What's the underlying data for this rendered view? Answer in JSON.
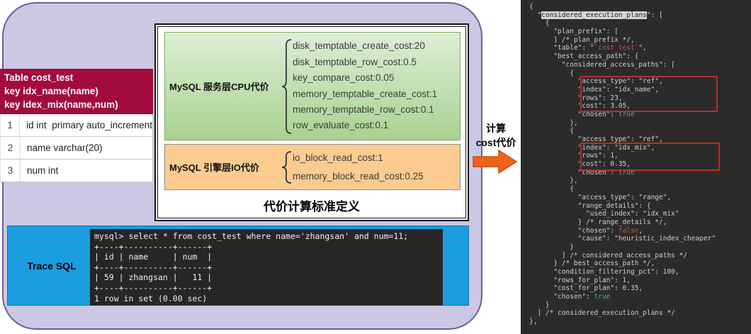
{
  "left_table": {
    "header_lines": [
      "Table cost_test",
      "key idx_name(name)",
      "key idex_mix(name,num)"
    ],
    "rows": [
      {
        "num": "1",
        "def": "id int  primary auto_increment"
      },
      {
        "num": "2",
        "def": "name varchar(20)"
      },
      {
        "num": "3",
        "def": "num int"
      }
    ]
  },
  "cost_standard": {
    "caption": "代价计算标准定义",
    "cpu": {
      "label": "MySQL 服务层CPU代价",
      "items": [
        "disk_temptable_create_cost:20",
        "disk_temptable_row_cost:0.5",
        "key_compare_cost:0.05",
        "memory_temptable_create_cost:1",
        "memory_temptable_row_cost:0.1",
        "row_evaluate_cost:0.1"
      ]
    },
    "io": {
      "label": "MySQL 引擎层IO代价",
      "items": [
        "io_block_read_cost:1",
        "memory_block_read_cost:0.25"
      ]
    }
  },
  "trace_sql": {
    "label": "Trace SQL",
    "terminal_lines": [
      "mysql> select * from cost_test where name='zhangsan' and num=11;",
      "+----+----------+------+",
      "| id | name     | num  |",
      "+----+----------+------+",
      "| 59 | zhangsan |   11 |",
      "+----+----------+------+",
      "1 row in set (0.00 sec)"
    ]
  },
  "arrow": {
    "line1": "计算",
    "line2": "cost代价"
  },
  "trace_output": {
    "lines": [
      [
        [
          "p",
          "{"
        ]
      ],
      [
        [
          "p",
          "  \""
        ],
        [
          "hl",
          "considered_execution_plans"
        ],
        [
          "p",
          "\": ["
        ]
      ],
      [
        [
          "p",
          "    {"
        ]
      ],
      [
        [
          "p",
          "      \"plan_prefix\": ["
        ]
      ],
      [
        [
          "p",
          "      ] /* plan_prefix */,"
        ]
      ],
      [
        [
          "p",
          "      \"table\": \""
        ],
        [
          "red",
          "`cost_test`"
        ],
        [
          "p",
          "\","
        ]
      ],
      [
        [
          "p",
          "      \"best_access_path\": {"
        ]
      ],
      [
        [
          "p",
          "        \"considered_access_paths\": ["
        ]
      ],
      [
        [
          "p",
          "          {"
        ]
      ],
      [
        [
          "p",
          "            \"access_type\": \"ref\","
        ]
      ],
      [
        [
          "p",
          "            \"index\": \"idx_name\","
        ]
      ],
      [
        [
          "p",
          "            \"rows\": 23,"
        ]
      ],
      [
        [
          "p",
          "            \"cost\": 3.05,"
        ]
      ],
      [
        [
          "p",
          "            \"chosen\": "
        ],
        [
          "grn",
          "true"
        ]
      ],
      [
        [
          "p",
          "          },"
        ]
      ],
      [
        [
          "p",
          "          {"
        ]
      ],
      [
        [
          "p",
          "            \"access_type\": \"ref\","
        ]
      ],
      [
        [
          "p",
          "            \"index\": \"idx_mix\","
        ]
      ],
      [
        [
          "p",
          "            \"rows\": 1,"
        ]
      ],
      [
        [
          "p",
          "            \"cost\": 0.35,"
        ]
      ],
      [
        [
          "p",
          "            \"chosen\": "
        ],
        [
          "grn",
          "true"
        ]
      ],
      [
        [
          "p",
          "          },"
        ]
      ],
      [
        [
          "p",
          "          {"
        ]
      ],
      [
        [
          "p",
          "            \"access_type\": \"range\","
        ]
      ],
      [
        [
          "p",
          "            \"range_details\": {"
        ]
      ],
      [
        [
          "p",
          "              \"used_index\": \"idx_mix\""
        ]
      ],
      [
        [
          "p",
          "            } /* range_details */,"
        ]
      ],
      [
        [
          "p",
          "            \"chosen\": "
        ],
        [
          "red",
          "false"
        ],
        [
          "p",
          ","
        ]
      ],
      [
        [
          "p",
          "            \"cause\": \"heuristic_index_cheaper\""
        ]
      ],
      [
        [
          "p",
          "          }"
        ]
      ],
      [
        [
          "p",
          "        ] /* considered_access_paths */"
        ]
      ],
      [
        [
          "p",
          "      } /* best_access_path */,"
        ]
      ],
      [
        [
          "p",
          "      \"condition_filtering_pct\": 100,"
        ]
      ],
      [
        [
          "p",
          "      \"rows_for_plan\": 1,"
        ]
      ],
      [
        [
          "p",
          "      \"cost_for_plan\": 0.35,"
        ]
      ],
      [
        [
          "p",
          "      \"chosen\": "
        ],
        [
          "grn",
          "true"
        ]
      ],
      [
        [
          "p",
          "    }"
        ]
      ],
      [
        [
          "p",
          "  ] /* considered_execution_plans */"
        ]
      ],
      [
        [
          "p",
          "},"
        ]
      ]
    ]
  },
  "colors": {
    "crimson": "#a30b3d",
    "purple_fill": "#cbc8e3",
    "purple_border": "#6b5f9c",
    "green_fill_top": "#dcefd6",
    "green_fill_bottom": "#a9d190",
    "green_border": "#7fae62",
    "orange_fill": "#fbcb90",
    "orange_border": "#8c8c8c",
    "blue_fill": "#1c9de0",
    "blue_border": "#1272a9",
    "terminal_bg": "#262626",
    "panel_bg": "#2b2b2b",
    "panel_text": "#cfcfcf",
    "token_red": "#c75045",
    "token_green": "#4cb564",
    "highlight_bg": "#d6d6d6",
    "annotation_red": "#b23327",
    "arrow_orange": "#f2611a",
    "arrow_stroke": "#c94e10"
  }
}
